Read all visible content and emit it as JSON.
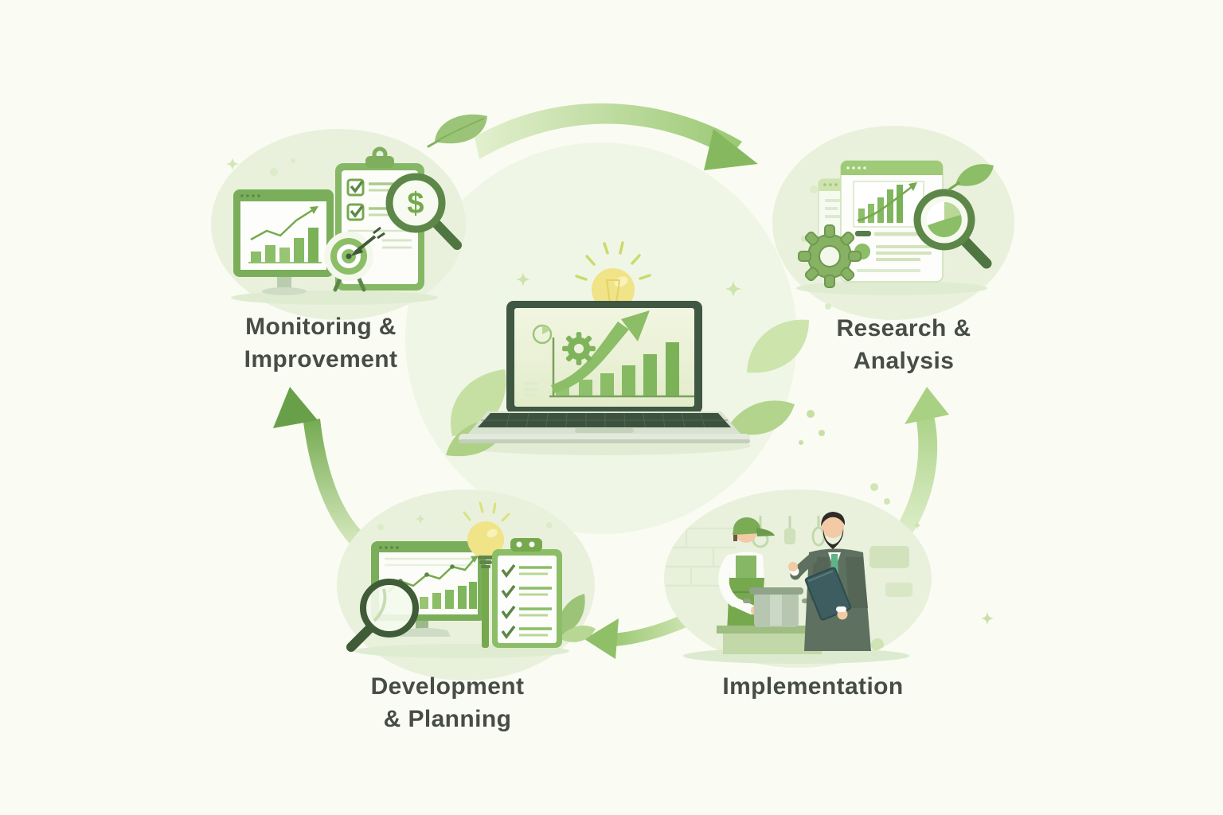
{
  "colors": {
    "background": "#fafcf3",
    "stage_blob": "#e9f1dd",
    "center_halo": "#eef4e2",
    "green_light": "#c9e0a6",
    "green_mid": "#8cbd67",
    "green_dark": "#5d8748",
    "green_deep": "#3f5743",
    "bulb_yellow": "#f0e388",
    "label_text": "#474d45"
  },
  "diagram": {
    "type": "cycle",
    "stages": [
      {
        "id": "monitoring-improvement",
        "label_line1": "Monitoring &",
        "label_line2": "Improvement",
        "icons": [
          "desktop-monitor-bar-chart",
          "clipboard-checklist",
          "magnifier-dollar",
          "target-dart"
        ]
      },
      {
        "id": "research-analysis",
        "label_line1": "Research &",
        "label_line2": "Analysis",
        "icons": [
          "browser-report-bar-chart",
          "gear",
          "magnifier-pie-chart",
          "leaf"
        ]
      },
      {
        "id": "implementation",
        "label_line1": "Implementation",
        "label_line2": "",
        "icons": [
          "chef-with-pot",
          "consultant-with-tablet",
          "kitchen-counter"
        ]
      },
      {
        "id": "development-planning",
        "label_line1": "Development",
        "label_line2": "& Planning",
        "icons": [
          "desktop-monitor-line-chart",
          "magnifier",
          "lightbulb",
          "clipboard-checklist",
          "plant"
        ]
      }
    ],
    "center": {
      "icons": [
        "laptop",
        "growth-bar-chart",
        "rising-arrow",
        "gear",
        "pie-doodle",
        "lightbulb",
        "leaves",
        "sparkles"
      ],
      "chart_bar_heights": [
        14,
        20,
        28,
        38,
        52,
        67
      ]
    },
    "arrows": [
      {
        "id": "arrow-top",
        "from": "monitoring-improvement",
        "to": "research-analysis",
        "direction": "right"
      },
      {
        "id": "arrow-right",
        "from": "implementation",
        "to": "research-analysis",
        "direction": "up"
      },
      {
        "id": "arrow-bottom",
        "from": "implementation",
        "to": "development-planning",
        "direction": "left"
      },
      {
        "id": "arrow-left",
        "from": "development-planning",
        "to": "monitoring-improvement",
        "direction": "up"
      }
    ]
  }
}
